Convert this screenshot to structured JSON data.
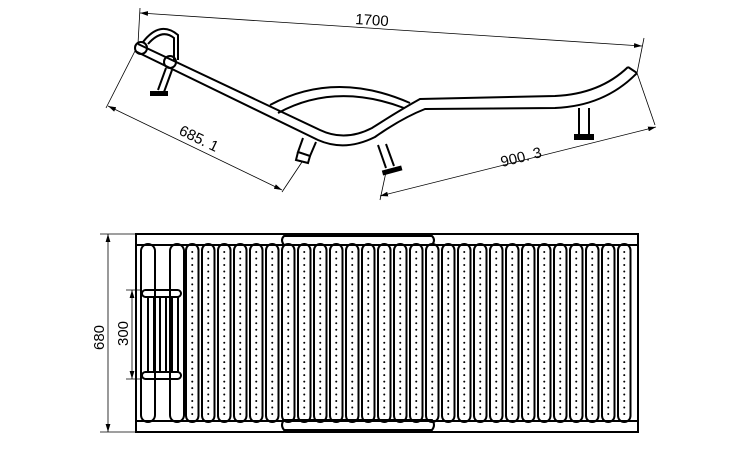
{
  "side_view": {
    "dim_length": "1700",
    "dim_back": "685. 1",
    "dim_seat": "900. 3"
  },
  "top_view": {
    "dim_width": "680",
    "dim_handle": "300",
    "slat_count": 28,
    "dots_per_slat": 26
  },
  "colors": {
    "line": "#000000",
    "background": "#ffffff"
  }
}
